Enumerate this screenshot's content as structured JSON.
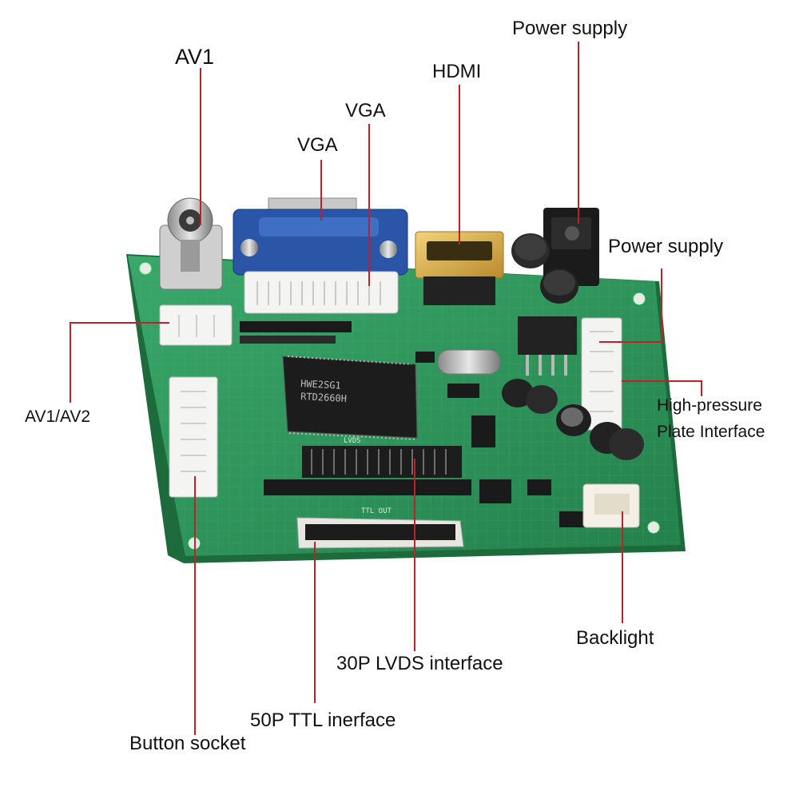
{
  "labels": {
    "av1": "AV1",
    "vga_upper": "VGA",
    "vga_lower": "VGA",
    "hdmi": "HDMI",
    "power_supply_top": "Power supply",
    "power_supply_side": "Power supply",
    "av1_av2": "AV1/AV2",
    "high_pressure_line1": "High-pressure",
    "high_pressure_line2": "Plate Interface",
    "backlight": "Backlight",
    "lvds": "30P LVDS interface",
    "ttl": "50P TTL inerface",
    "button_socket": "Button socket"
  },
  "board_text": {
    "chip_main": "RTD2660H",
    "chip_sub": "HWE2SG1",
    "ttl_out": "TTL OUT",
    "lvds_mark": "LVDS"
  },
  "colors": {
    "pcb": "#2f9a5c",
    "pcb_dark": "#1f6e3f",
    "leader_line": "#c0202a",
    "text": "#111111",
    "vga_blue": "#2b56a8"
  }
}
